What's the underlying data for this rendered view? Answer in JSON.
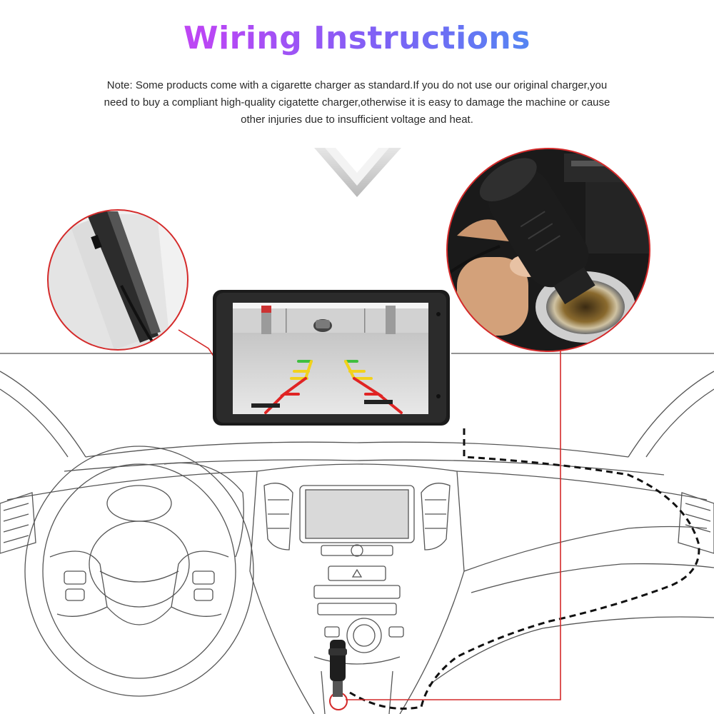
{
  "title": "Wiring Instructions",
  "note": {
    "line1": "Note: Some products come with a cigarette charger as standard.If you do not use our original charger,you",
    "line2": "need to buy a compliant high-quality cigatette charger,otherwise it is easy to damage the machine or cause",
    "line3": "other injuries due to insufficient voltage and heat."
  },
  "icons": {
    "arrow": "double-chevron-down-icon",
    "monitor": "car-monitor-icon",
    "plug": "cigarette-plug-icon"
  },
  "colors": {
    "title_gradient_start": "#e23cf0",
    "title_gradient_end": "#3cc0ee",
    "callout_line": "#d42a2a",
    "screen_guide_green": "#3fbf3f",
    "screen_guide_yellow": "#f2d21c",
    "screen_guide_red": "#e02424"
  }
}
